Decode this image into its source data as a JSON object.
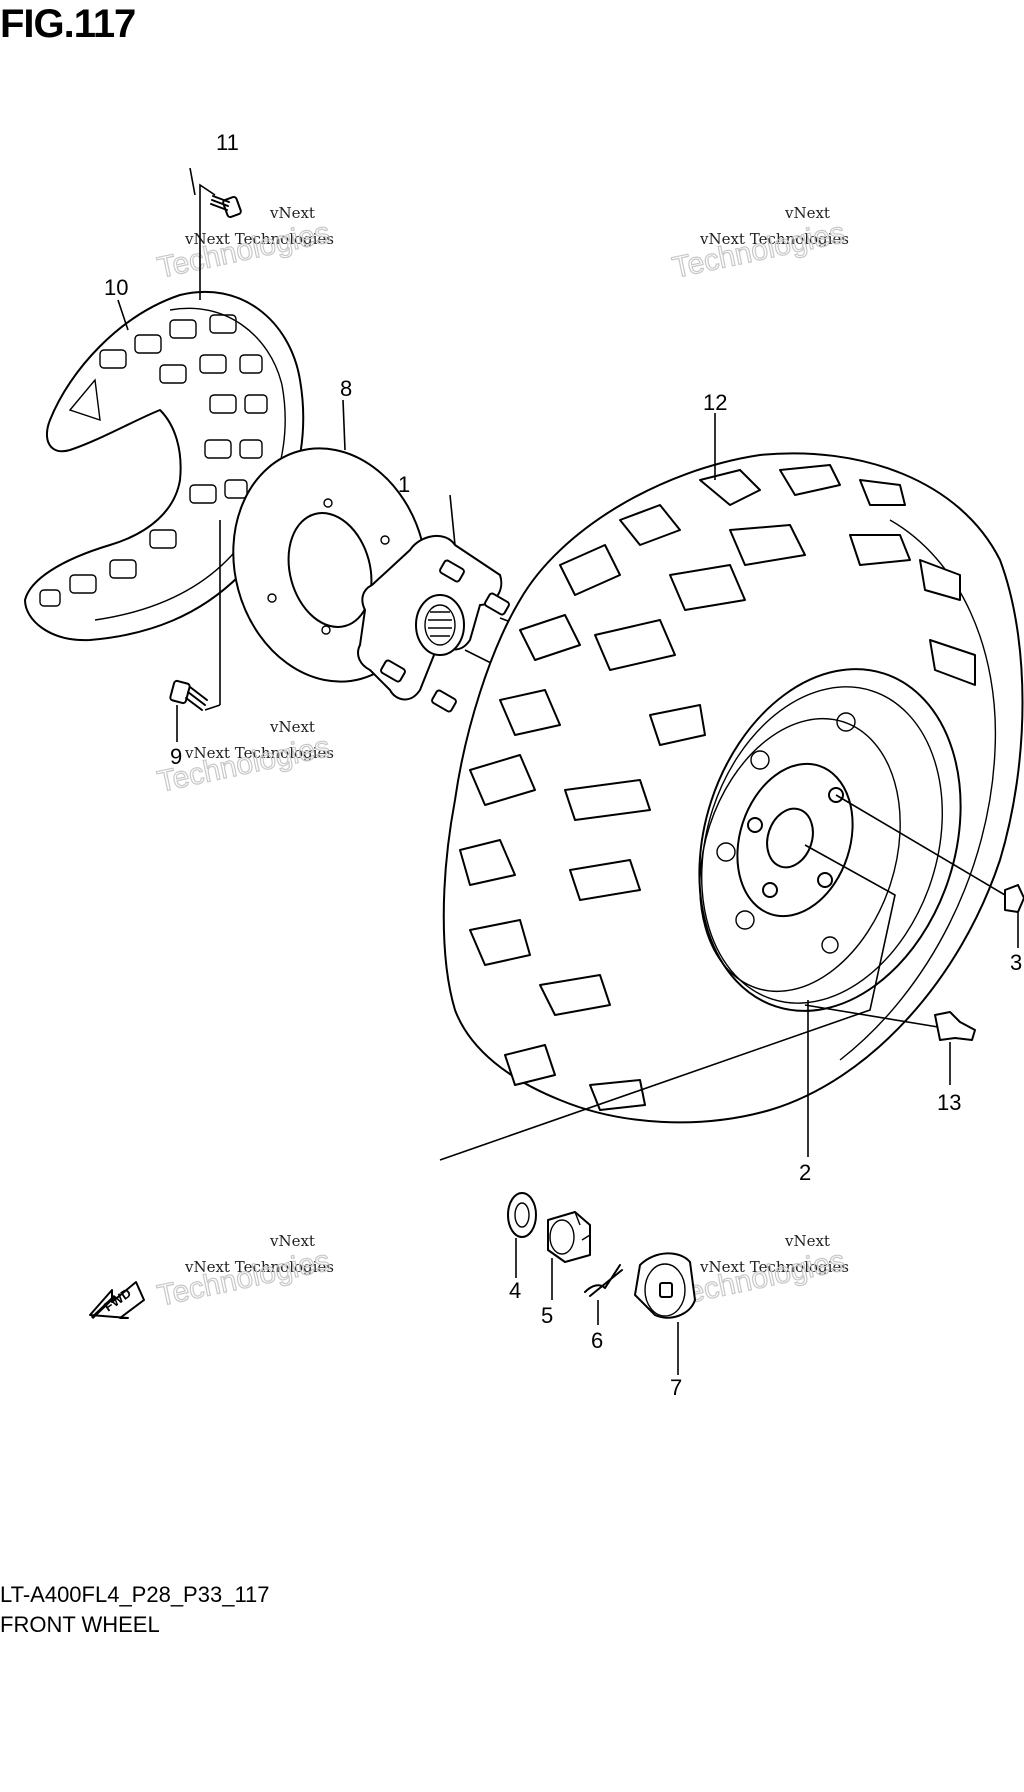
{
  "figure": {
    "title": "FIG.117",
    "model_code": "LT-A400FL4_P28_P33_117",
    "section_name": "FRONT WHEEL"
  },
  "callouts": [
    "1",
    "2",
    "3",
    "4",
    "5",
    "6",
    "7",
    "8",
    "9",
    "10",
    "11",
    "12",
    "13"
  ],
  "watermark": {
    "line1": "vNext",
    "line2": "vNext Technologies",
    "line3": "Technologies"
  },
  "direction_badge": "FWD"
}
